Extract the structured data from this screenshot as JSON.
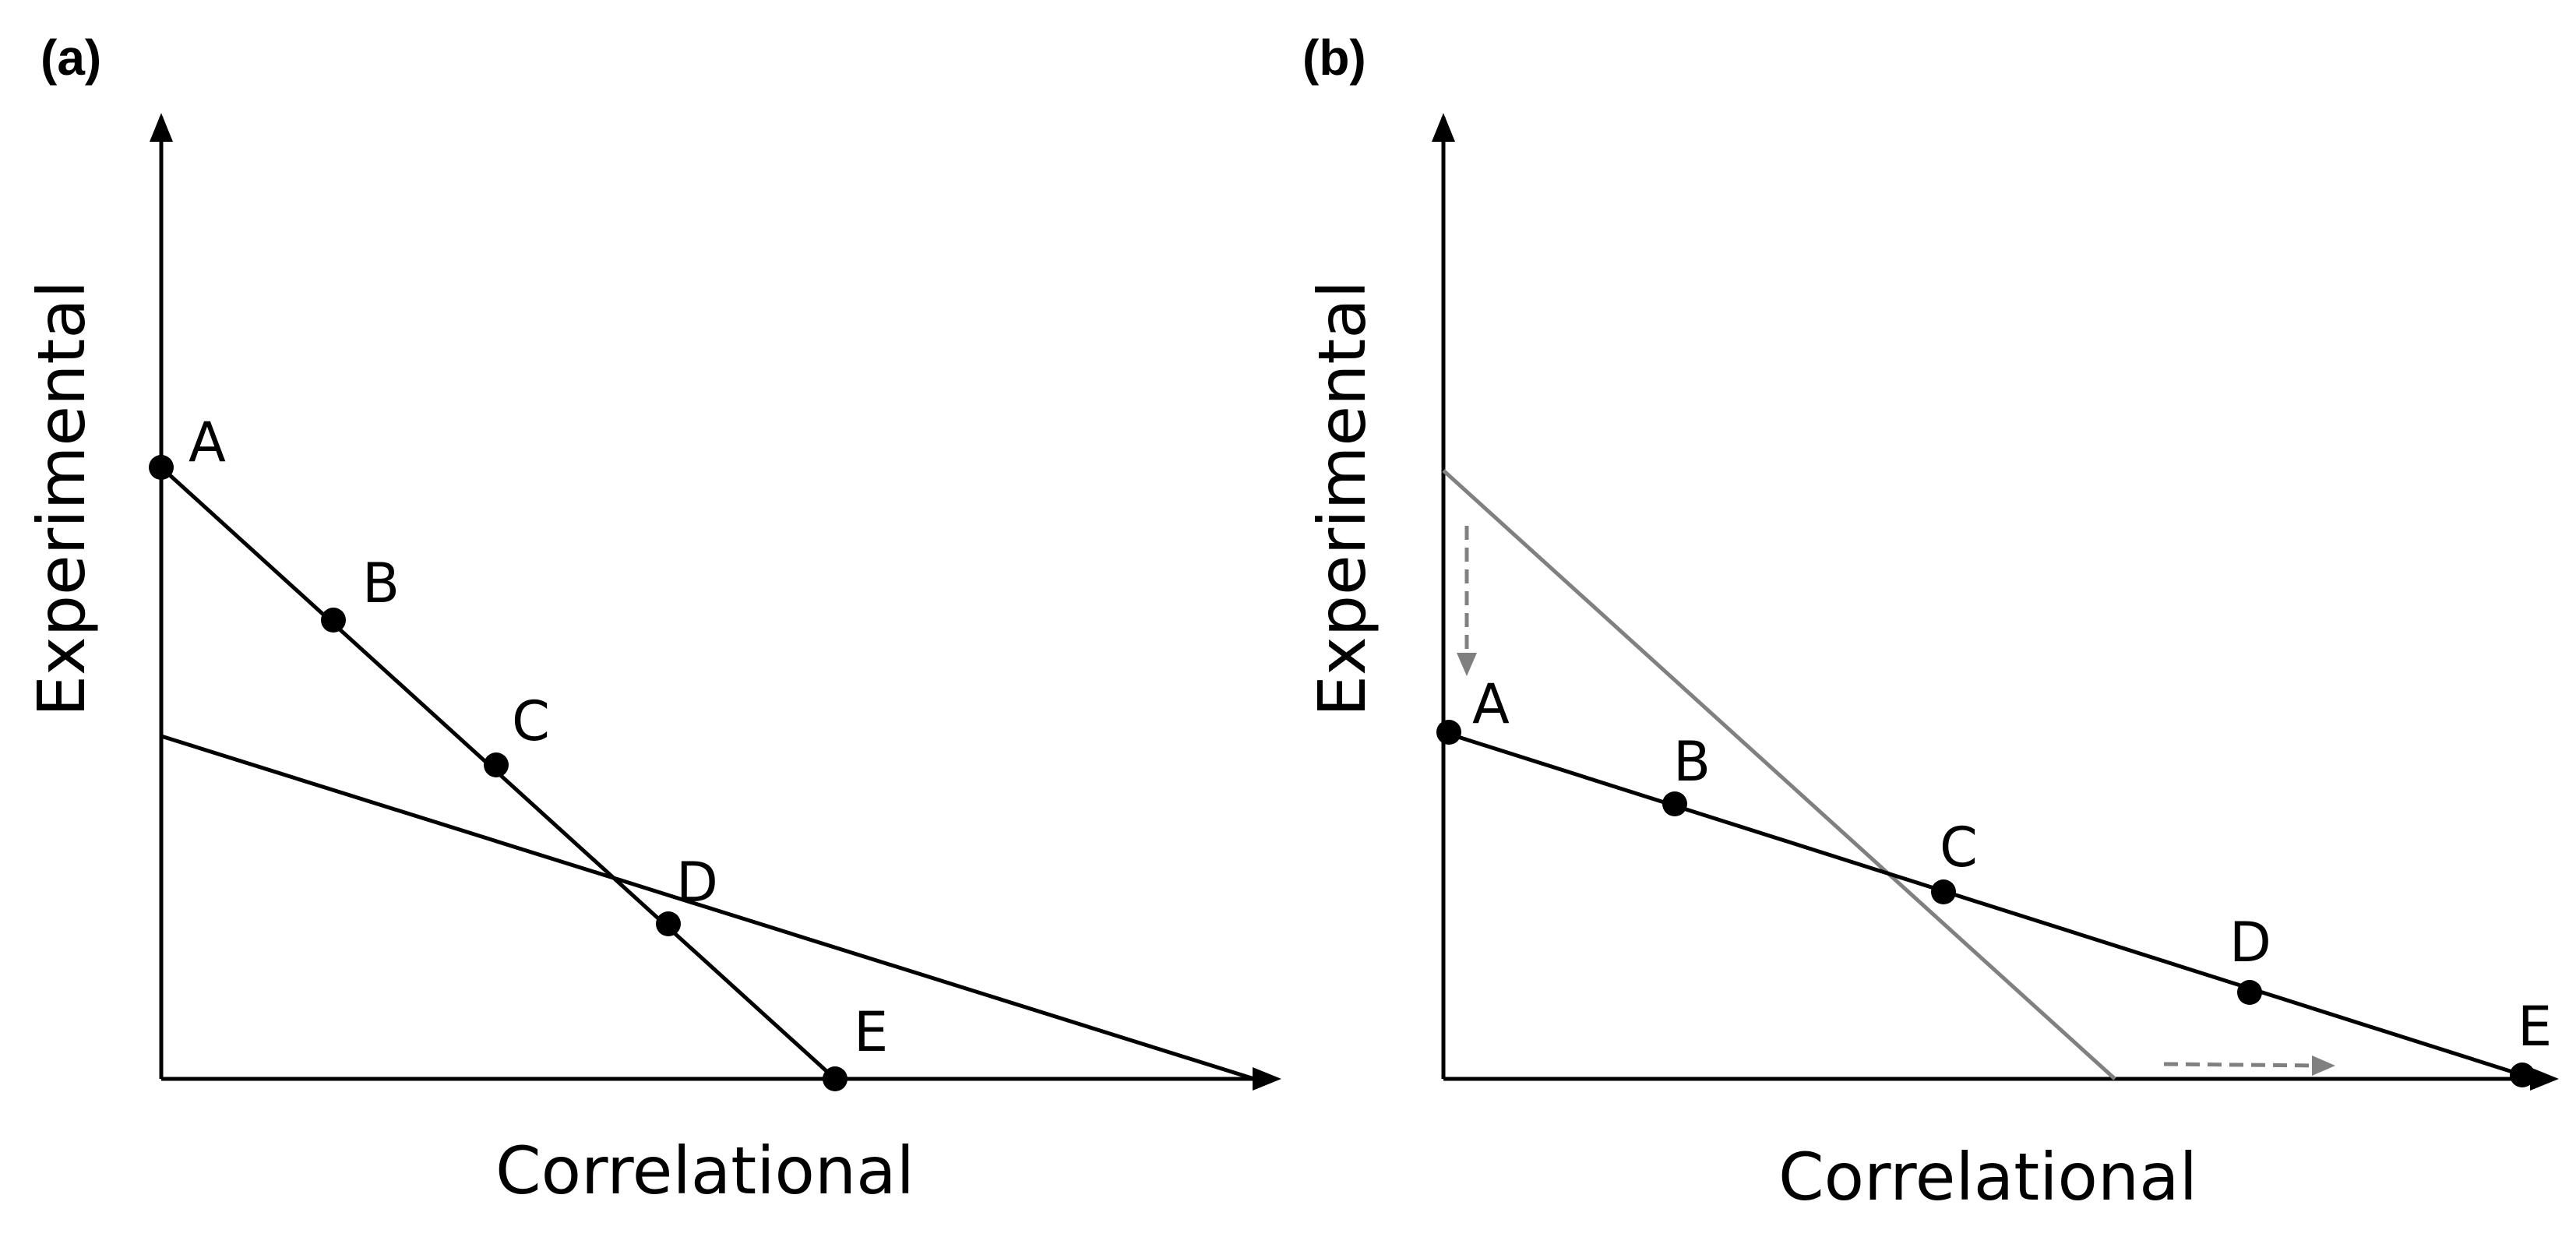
{
  "colors": {
    "primary": "#000000",
    "secondary": "#808080"
  },
  "panels": [
    {
      "id": "a",
      "label": "(a)",
      "x_axis_label": "Correlational",
      "y_axis_label": "Experimental",
      "points": [
        {
          "label": "A"
        },
        {
          "label": "B"
        },
        {
          "label": "C"
        },
        {
          "label": "D"
        },
        {
          "label": "E"
        }
      ]
    },
    {
      "id": "b",
      "label": "(b)",
      "x_axis_label": "Correlational",
      "y_axis_label": "Experimental",
      "points": [
        {
          "label": "A"
        },
        {
          "label": "B"
        },
        {
          "label": "C"
        },
        {
          "label": "D"
        },
        {
          "label": "E"
        }
      ]
    }
  ]
}
